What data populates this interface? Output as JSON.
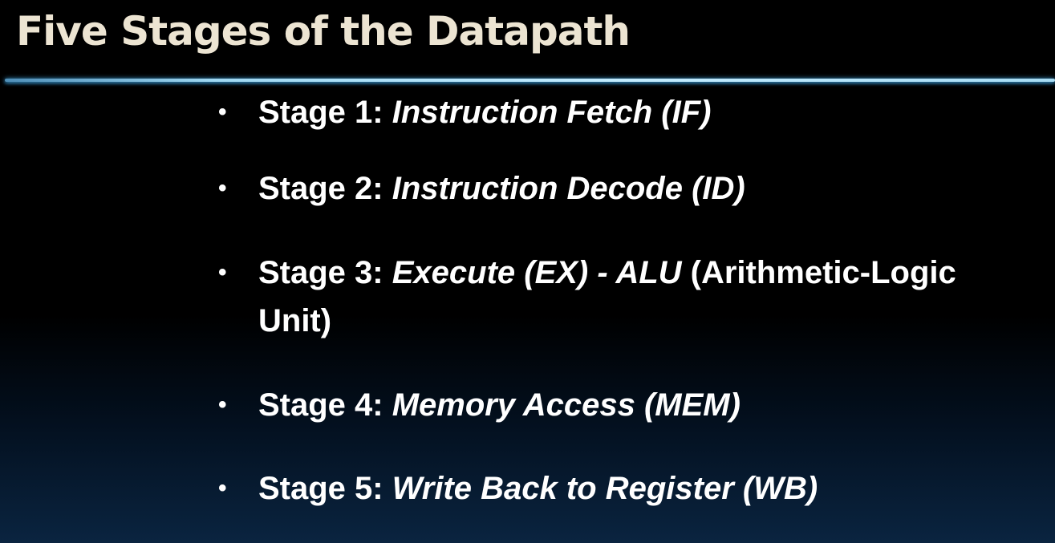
{
  "slide": {
    "title": "Five Stages of the Datapath",
    "bullets": [
      {
        "marker": "•",
        "label": "Stage 1: ",
        "name": "Instruction Fetch (IF)",
        "suffix": ""
      },
      {
        "marker": "•",
        "label": "Stage 2: ",
        "name": "Instruction Decode (ID)",
        "suffix": ""
      },
      {
        "marker": "•",
        "label": "Stage 3: ",
        "name": "Execute (EX) - ALU",
        "suffix": " (Arithmetic-Logic Unit)"
      },
      {
        "marker": "•",
        "label": "Stage 4: ",
        "name": "Memory Access (MEM)",
        "suffix": ""
      },
      {
        "marker": "•",
        "label": "Stage 5: ",
        "name": "Write Back to Register (WB)",
        "suffix": ""
      }
    ]
  },
  "colors": {
    "title": "#ece4d2",
    "text": "#ffffff",
    "rule": "#9fd8f2",
    "background_bottom": "#0a2440"
  }
}
